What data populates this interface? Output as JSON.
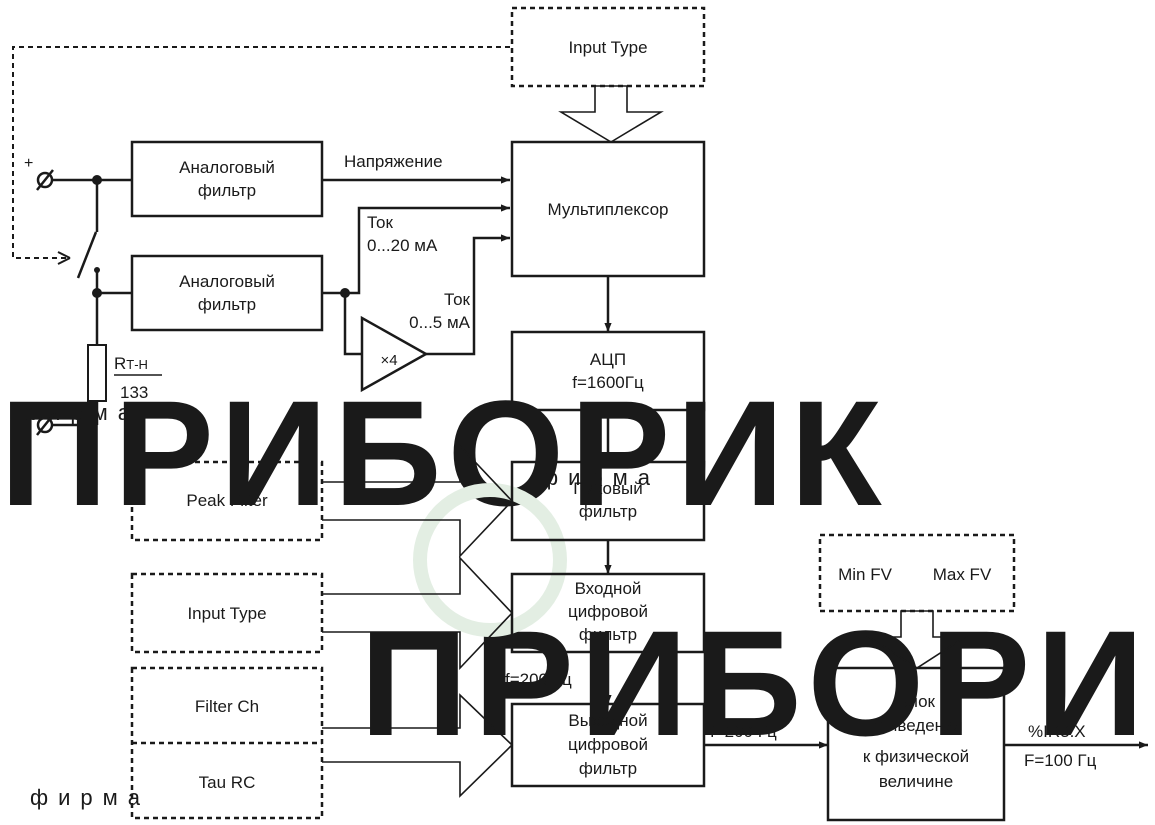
{
  "blocks": {
    "input_type_top": "Input Type",
    "analog_filter_1": [
      "Аналоговый",
      "фильтр"
    ],
    "analog_filter_2": [
      "Аналоговый",
      "фильтр"
    ],
    "multiplexer": "Мультиплексор",
    "adc": [
      "АЦП",
      "f=1600Гц"
    ],
    "peak_filter": [
      "Пиковый",
      "фильтр"
    ],
    "input_digital_filter": [
      "Входной",
      "цифровой",
      "фильтр"
    ],
    "output_digital_filter": [
      "Выходной",
      "цифровой",
      "фильтр"
    ],
    "conversion_block": [
      "Блок",
      "приведения",
      "к физической",
      "величине"
    ]
  },
  "params": {
    "peak_filter": "Peak Filter",
    "input_type": "Input Type",
    "filter_ch": "Filter Ch",
    "tau_rc": "Tau RC",
    "min_fv": "Min FV",
    "max_fv": "Max FV"
  },
  "labels": {
    "voltage": "Напряжение",
    "current_20": [
      "Ток",
      "0...20 мА"
    ],
    "current_5": [
      "Ток",
      "0...5 мА"
    ],
    "gain": "×4",
    "resistor_name": "R",
    "resistor_sub": "Т-Н",
    "resistor_value": "133",
    "plus": "+",
    "minus": "-",
    "f200_a": "f=200 Гц",
    "f200_b": "f=200 Гц",
    "output_name": "%IR3.X",
    "output_freq": "F=100 Гц"
  },
  "watermark": {
    "text": "ПРИБОРИК",
    "small": "фирма"
  },
  "colors": {
    "line": "#1a1a1a",
    "watermark": "#e3eee3"
  }
}
